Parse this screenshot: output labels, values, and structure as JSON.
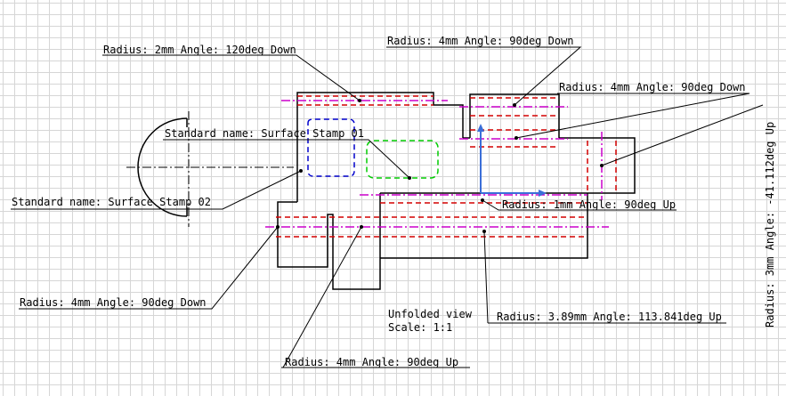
{
  "colors": {
    "outline": "#000000",
    "bend_line": "#d40000",
    "axis_line": "#cc00cc",
    "stamp_1": "#00cc00",
    "stamp_2": "#0000cc",
    "axis_x": "#3a6ed8",
    "centerline": "#000000"
  },
  "annotations": {
    "bend_top_left": "Radius: 2mm Angle: 120deg Down",
    "bend_top_right": "Radius: 4mm Angle: 90deg Down",
    "bend_right_tab": "Radius: 4mm Angle: 90deg Down",
    "bend_vertical": "Radius: 3mm Angle: -41.112deg Up",
    "bend_1mm": "Radius: 1mm Angle: 90deg Up",
    "bend_bottom_left": "Radius: 4mm Angle: 90deg Down",
    "bend_bottom_mid": "Radius: 4mm Angle: 90deg Up",
    "bend_bottom_right": "Radius: 3.89mm Angle: 113.841deg Up",
    "stamp_01": "Standard name: Surface Stamp 01",
    "stamp_02": "Standard name: Surface Stamp 02"
  },
  "view": {
    "title": "Unfolded view",
    "scale": "Scale:  1:1"
  }
}
